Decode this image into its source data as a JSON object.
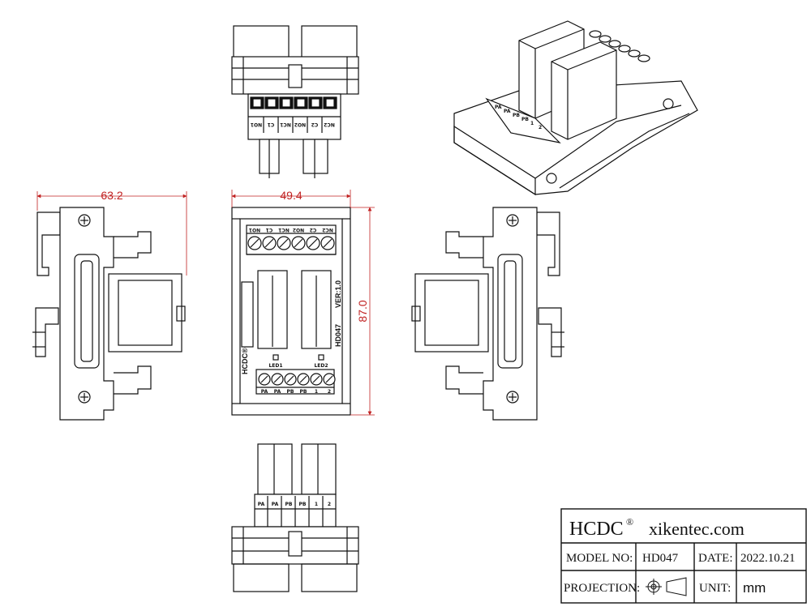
{
  "dimensions": {
    "width_side": "63.2",
    "width_front": "49.4",
    "height_front": "87.0"
  },
  "front": {
    "top_terminals": [
      "NO1",
      "C1",
      "NC1",
      "NO2",
      "C2",
      "NC2"
    ],
    "bottom_terminals": [
      "PA",
      "PA",
      "PB",
      "PB",
      "1",
      "2"
    ],
    "led1": "LED1",
    "led2": "LED2",
    "brand_vertical": "HCDC®",
    "model_vertical": "HD047",
    "version_vertical": "VER:1.0"
  },
  "top_view": {
    "terminals": [
      "NO1",
      "C1",
      "NC1",
      "NO2",
      "C2",
      "NC2"
    ]
  },
  "bottom_view": {
    "terminals": [
      "PA",
      "PA",
      "PB",
      "PB",
      "1",
      "2"
    ]
  },
  "iso_view": {
    "terminals": [
      "PA",
      "PA",
      "PB",
      "PB",
      "1",
      "2"
    ]
  },
  "title_block": {
    "brand": "HCDC",
    "brand_mark": "®",
    "website": "xikentec.com",
    "model_label": "MODEL NO:",
    "model_value": "HD047",
    "date_label": "DATE:",
    "date_value": "2022.10.21",
    "projection_label": "PROJECTION:",
    "unit_label": "UNIT:",
    "unit_value": "mm"
  },
  "colors": {
    "dimension": "#c02020",
    "line": "#111111"
  }
}
